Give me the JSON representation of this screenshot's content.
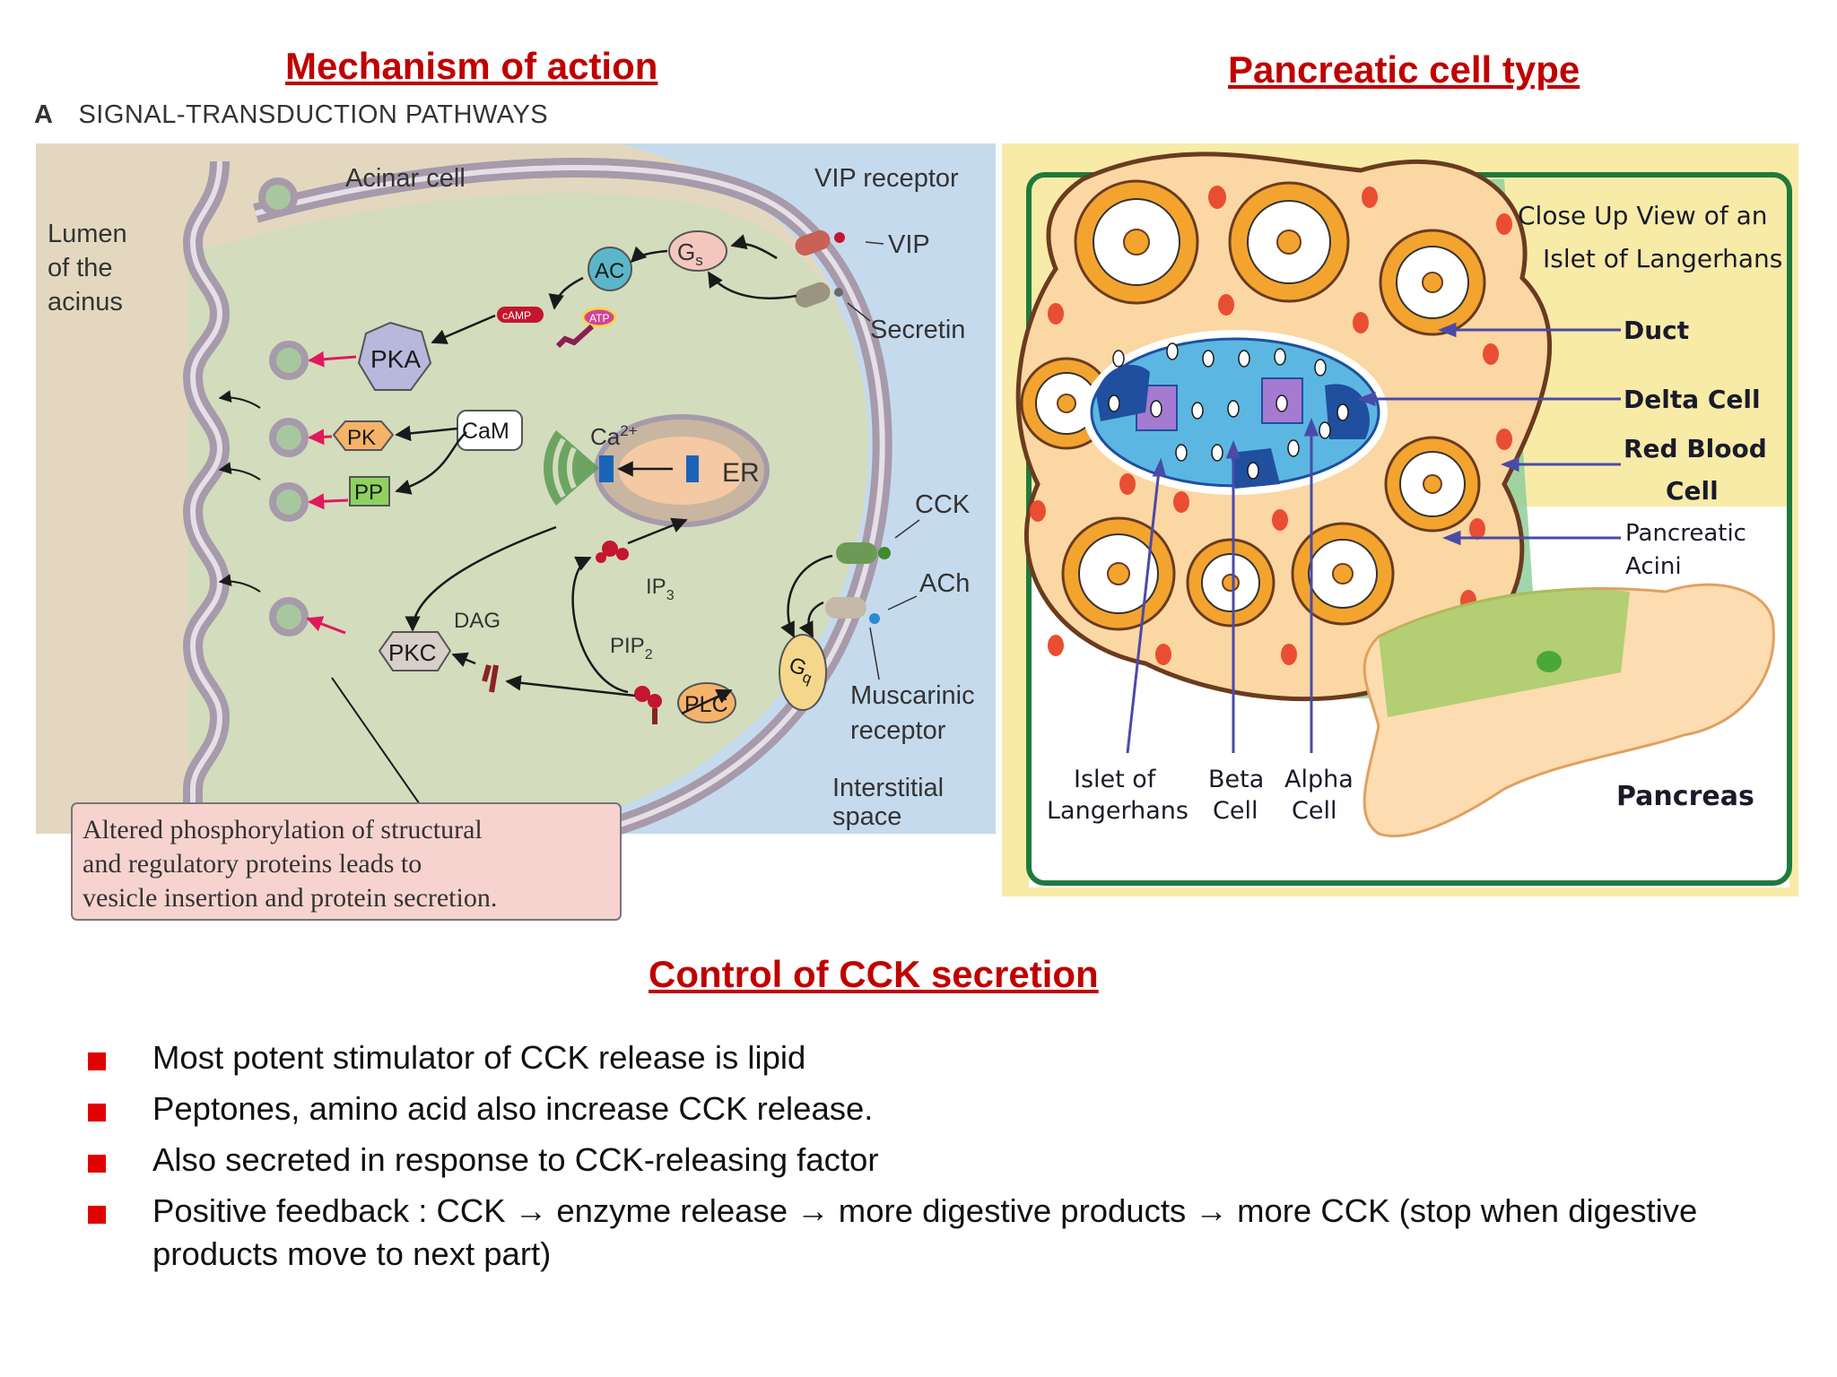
{
  "headings": {
    "mechanism": "Mechanism of action",
    "cell_type": "Pancreatic cell type",
    "control": "Control of CCK secretion"
  },
  "signal_panel": {
    "letter": "A",
    "title": "SIGNAL-TRANSDUCTION PATHWAYS",
    "labels": {
      "acinar_cell": "Acinar cell",
      "lumen": [
        "Lumen",
        "of the",
        "acinus"
      ],
      "vip_receptor": "VIP receptor",
      "vip": "VIP",
      "secretin": "Secretin",
      "cck": "CCK",
      "ach": "ACh",
      "muscarinic": [
        "Muscarinic",
        "receptor"
      ],
      "interstitial": [
        "Interstitial",
        "space"
      ],
      "gs": "G",
      "gs_sub": "s",
      "ac": "AC",
      "camp": "cAMP",
      "atp": "ATP",
      "pka": "PKA",
      "pk": "PK",
      "pp": "PP",
      "cam": "CaM",
      "ca": "Ca",
      "ca_sup": "2+",
      "er": "ER",
      "ip3": "IP",
      "ip3_sub": "3",
      "pip2": "PIP",
      "pip2_sub": "2",
      "dag": "DAG",
      "pkc": "PKC",
      "plc": "PLC",
      "gq": "G",
      "gq_sub": "q"
    },
    "note": [
      "Altered phosphorylation of structural",
      "and regulatory proteins leads to",
      "vesicle insertion and protein secretion."
    ],
    "colors": {
      "lumen_bg": "#e3d8bf",
      "cell_bg": "#d3dcbd",
      "interstitial_bg": "#c6daee",
      "membrane": "#a69aab",
      "note_bg": "#f7d3cf",
      "arrow_red": "#e0195c"
    }
  },
  "islet_panel": {
    "title": [
      "Close Up View of an",
      "Islet of Langerhans"
    ],
    "labels": {
      "duct": "Duct",
      "delta": "Delta Cell",
      "rbc": [
        "Red Blood",
        "Cell"
      ],
      "acini": [
        "Pancreatic",
        "Acini"
      ],
      "islet": [
        "Islet of",
        "Langerhans"
      ],
      "beta": [
        "Beta",
        "Cell"
      ],
      "alpha": [
        "Alpha",
        "Cell"
      ],
      "pancreas": "Pancreas"
    },
    "colors": {
      "background": "#f8eba7",
      "frame": "#1f7a3c",
      "tissue": "#fbd7a4",
      "acinus": "#f3a42f",
      "rbc": "#ea4e32",
      "beta": "#5bb7e1",
      "alpha": "#a57ad1",
      "delta": "#1f4f9e",
      "pointer": "#4a4aa8"
    }
  },
  "bullets": [
    "Most potent stimulator of CCK release is lipid",
    "Peptones, amino acid also increase CCK release.",
    "Also secreted in response to CCK-releasing factor",
    "Positive feedback : CCK → enzyme release → more digestive products → more CCK (stop when digestive products move to next part)"
  ],
  "bullet_color": "#e00000"
}
